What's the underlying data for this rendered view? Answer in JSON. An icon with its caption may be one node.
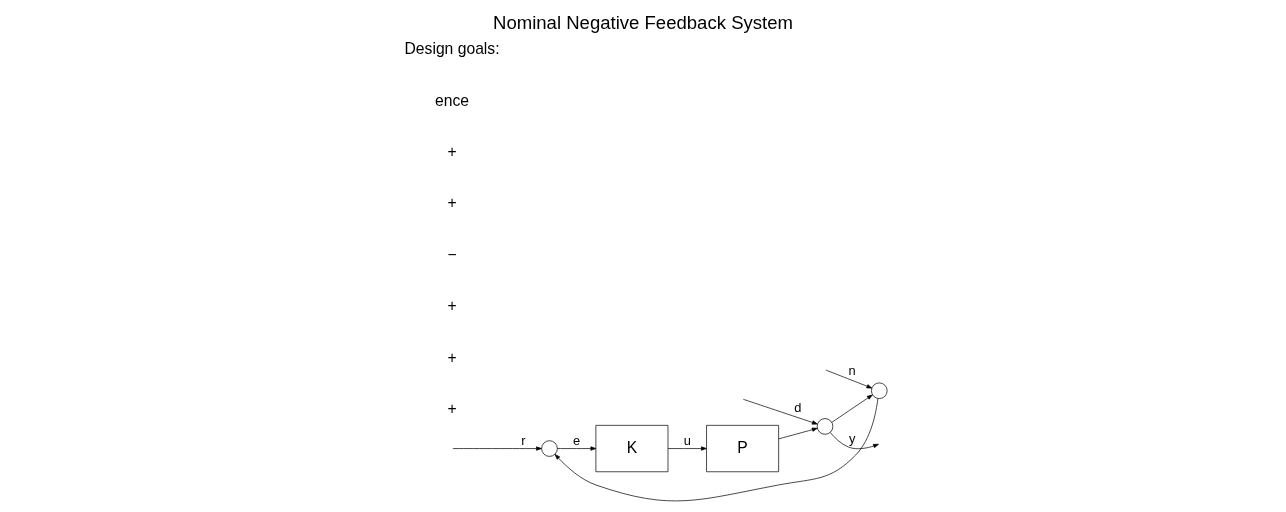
{
  "diagram": {
    "title": "Nominal Negative Feedback System",
    "nodes": [
      {
        "text": [],
        "shape": "circle"
      },
      {
        "text": [
          "K"
        ]
      },
      {
        "text": [
          "P"
        ]
      },
      {
        "text": [],
        "shape": "circle"
      },
      {
        "text": [],
        "shape": "circle"
      }
    ],
    "edges": [
      {
        "from": null,
        "to": 0,
        "arrow": "to",
        "label": "r"
      },
      {
        "from": 0,
        "to": 1,
        "arrow": "to",
        "label": "e"
      },
      {
        "from": 1,
        "to": 2,
        "arrow": "to",
        "label": "u"
      },
      {
        "from": 2,
        "to": 3,
        "arrow": "to"
      },
      {
        "from": null,
        "to": 3,
        "arrow": "to",
        "label": "d"
      },
      {
        "from": 3,
        "to": null,
        "arrow": "to",
        "label": "y"
      },
      {
        "from": 3,
        "to": 4,
        "arrow": "to"
      },
      {
        "from": null,
        "to": 4,
        "arrow": "to",
        "label": "n"
      },
      {
        "from": 4,
        "to": 0,
        "arrow": "to"
      }
    ],
    "labels": [
      "+",
      "+",
      "+",
      "−",
      "+",
      "+",
      "ence",
      "Design goals:"
    ]
  }
}
